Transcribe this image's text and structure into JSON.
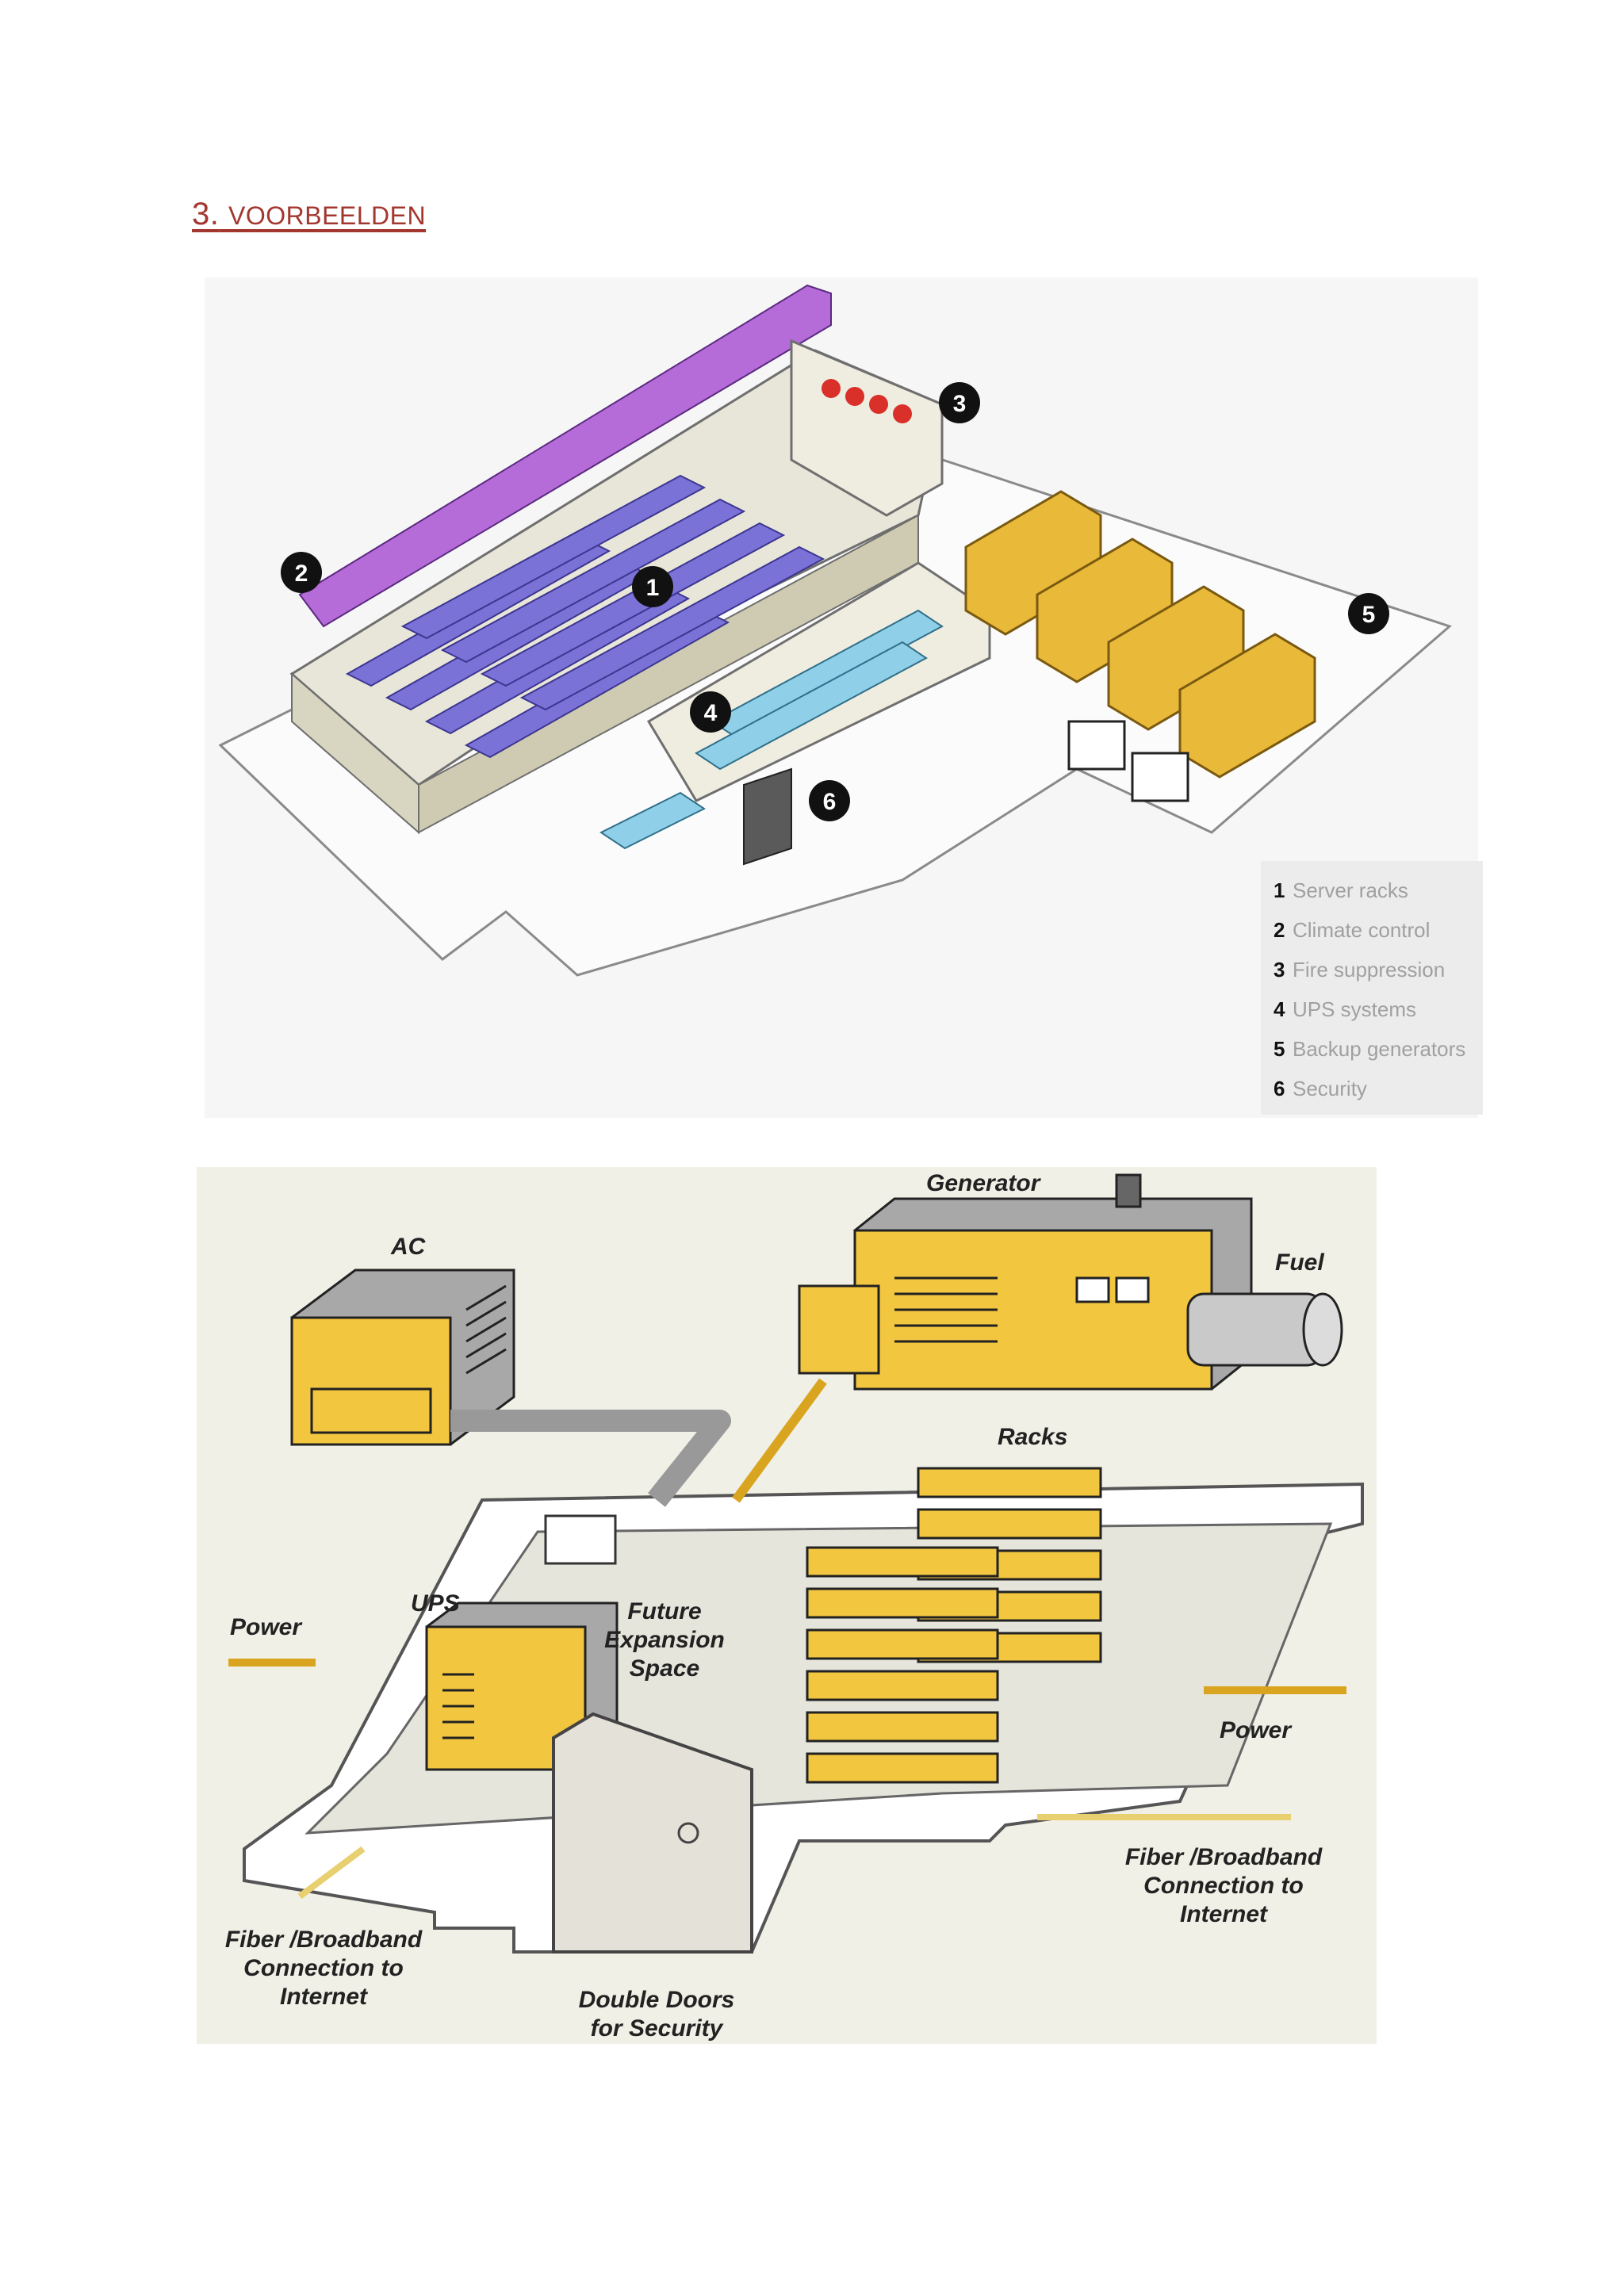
{
  "heading": {
    "number": "3.",
    "title": "Voorbeelden"
  },
  "figure1": {
    "badges": [
      "1",
      "2",
      "3",
      "4",
      "5",
      "6"
    ],
    "legend": [
      {
        "num": "1",
        "label": "Server racks"
      },
      {
        "num": "2",
        "label": "Climate control"
      },
      {
        "num": "3",
        "label": "Fire suppression"
      },
      {
        "num": "4",
        "label": "UPS systems"
      },
      {
        "num": "5",
        "label": "Backup generators"
      },
      {
        "num": "6",
        "label": "Security"
      }
    ]
  },
  "figure2": {
    "labels": {
      "generator": "Generator",
      "ac": "AC",
      "fuel": "Fuel",
      "racks": "Racks",
      "ups": "UPS",
      "power_left": "Power",
      "power_right": "Power",
      "future_1": "Future",
      "future_2": "Expansion",
      "future_3": "Space",
      "fiber_left_1": "Fiber /Broadband",
      "fiber_left_2": "Connection to",
      "fiber_left_3": "Internet",
      "fiber_right_1": "Fiber /Broadband",
      "fiber_right_2": "Connection to",
      "fiber_right_3": "Internet",
      "doors_1": "Double Doors",
      "doors_2": "for Security"
    }
  }
}
